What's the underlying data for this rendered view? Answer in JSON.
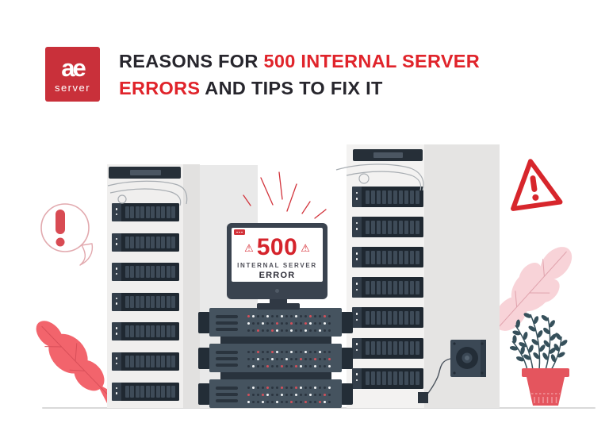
{
  "header": {
    "logo": {
      "abbr": "ae",
      "name": "server"
    },
    "title": {
      "line1_dark": "REASONS FOR ",
      "line1_red": "500 INTERNAL SERVER",
      "line2_red": "ERRORS",
      "line2_dark": " AND TIPS TO FIX IT"
    }
  },
  "screen": {
    "warning_glyph": "⚠",
    "code": "500",
    "subtitle": "INTERNAL SERVER",
    "label": "ERROR"
  },
  "colors": {
    "brand_red": "#c9303a",
    "title_dark": "#27262d",
    "title_red": "#e0242b",
    "error_red": "#d5242c",
    "coral_leaf": "#f2646c",
    "pink_leaf": "#f8d3d8",
    "plant_teal": "#36505b",
    "pot_red": "#e4555e",
    "rack_slate": "#45535f",
    "unit_dark": "#1f2831",
    "tower_gray": "#f0efee"
  }
}
